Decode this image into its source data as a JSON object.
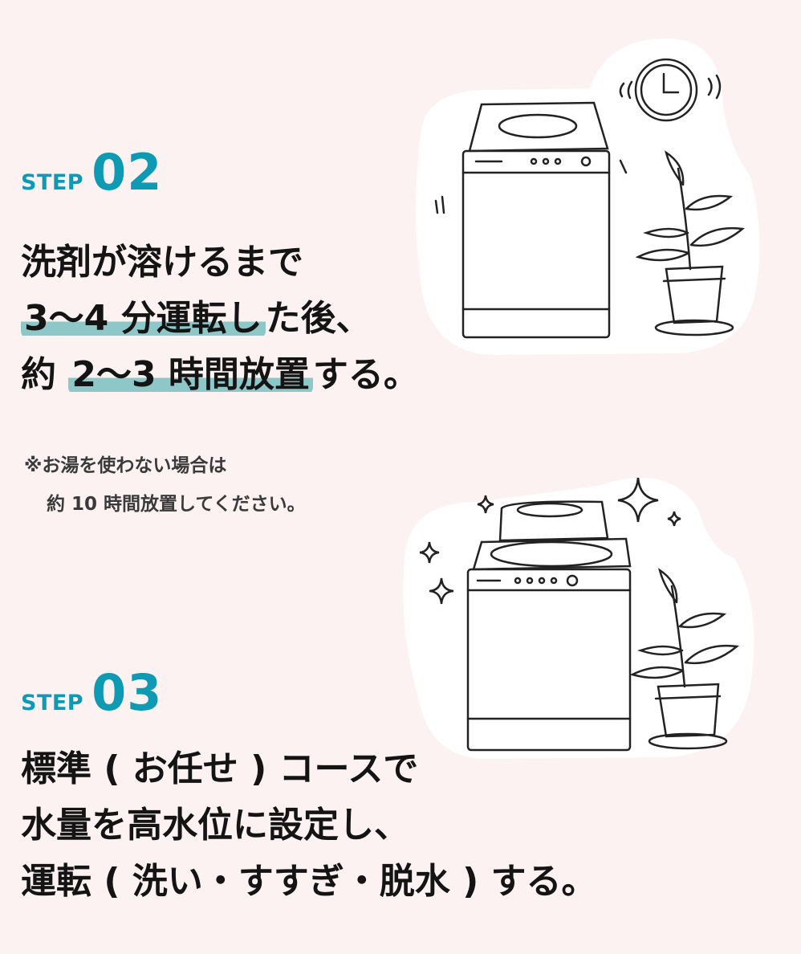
{
  "step2": {
    "label": "STEP",
    "number": "02",
    "line1": "洗剤が溶けるまで",
    "line2_hl": "3〜4 分運転し",
    "line2_rest": "た後、",
    "line3_pre": "約 ",
    "line3_hl": "2〜3 時間放置",
    "line3_rest": "する。",
    "note_line1": "※お湯を使わない場合は",
    "note_line2": "約 10 時間放置してください。"
  },
  "step3": {
    "label": "STEP",
    "number": "03",
    "line1": "標準 ( お任せ ) コースで",
    "line2": "水量を高水位に設定し、",
    "line3": "運転 ( 洗い・すすぎ・脱水 ) する。"
  },
  "colors": {
    "accent": "#0e9ab3",
    "highlight": "#8ec7c8",
    "background": "#fdf2f2"
  }
}
